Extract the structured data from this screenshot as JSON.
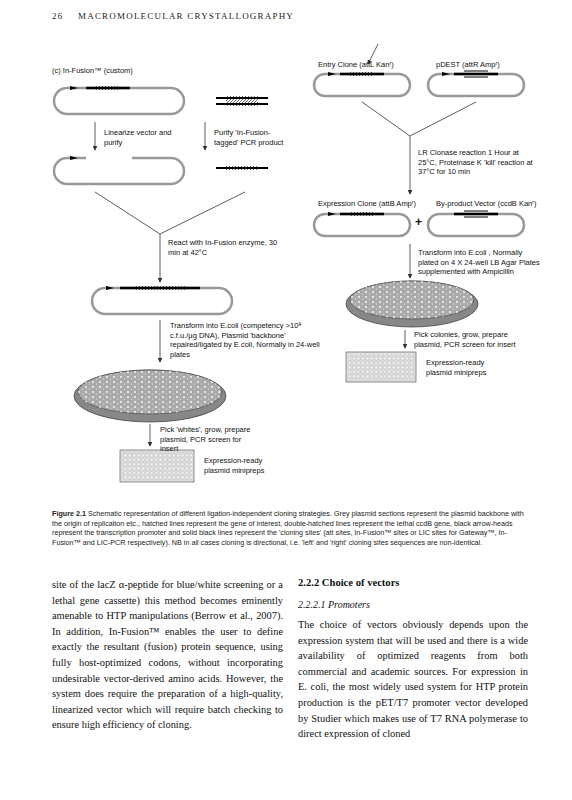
{
  "diagram": {
    "caption": "Schematic representation of different ligation-independent cloning strategies. Grey plasmid sections represent the plasmid backbone with the origin of replication etc., hatched lines represent the gene of interest, double-hatched lines represent the lethal ccdB gene, black arrow-heads represent the transcription promoter and solid black lines represent the 'cloning sites' (att sites, In-Fusion™ sites or LIC sites for Gateway™, In-Fusion™ and LIC-PCR respectively). NB in all cases cloning is directional, i.e. 'left' and 'right' cloning sites sequences are non-identical.",
    "labels": [
      "26",
      "MACROMOLECULAR CRYSTALLOGRAPHY",
      "(c) In-Fusion™ (custom)",
      "Linearize vector and purify",
      "Purify 'In-Fusion-tagged' PCR product",
      "React with In-Fusion enzyme, 30 min at 42°C",
      "Transform into E.coli (competency >10⁸ c.f.u./µg DNA), Plasmid 'backbone' repaired/ligated by E.coli, Normally in 24-well plates",
      "Pick 'whites', grow, prepare plasmid, PCR screen for insert",
      "Expression-ready plasmid minipreps",
      "Entry Clone (attL Kanʳ)",
      "pDEST (attR Ampʳ)",
      "LR Clonase reaction 1 Hour at 25°C, Proteinase K 'kill' reaction at 37°C for 10 min",
      "Expression Clone (attB Ampʳ)",
      "+",
      "By-product Vector (ccdB Kanʳ)",
      "Transform into E.coli , Normally plated on 4 X 24-well LB Agar Plates supplemented with Ampicillin",
      "Pick colonies, grow, prepare plasmid, PCR screen for insert",
      "Expression-ready plasmid minipreps",
      "Figure 2.1",
      "site of the lacZ α-peptide for blue/white screening or a lethal gene cassette) this method becomes eminently amenable to HTP manipulations (Berrow et al., 2007). In addition, In-Fusion™ enables the user to define exactly the resultant (fusion) protein sequence, using fully host-optimized codons, without incorporating undesirable vector-derived amino acids. However, the system does require the preparation of a high-quality, linearized vector which will require batch checking to ensure high efficiency of cloning.",
      "2.2.2 Choice of vectors",
      "2.2.2.1 Promoters",
      "The choice of vectors obviously depends upon the expression system that will be used and there is a wide availability of optimized reagents from both commercial and academic sources. For expression in E. coli, the most widely used system for HTP protein production is the pET/T7 promoter vector developed by Studier which makes use of T7 RNA polymerase to direct expression of cloned"
    ]
  }
}
